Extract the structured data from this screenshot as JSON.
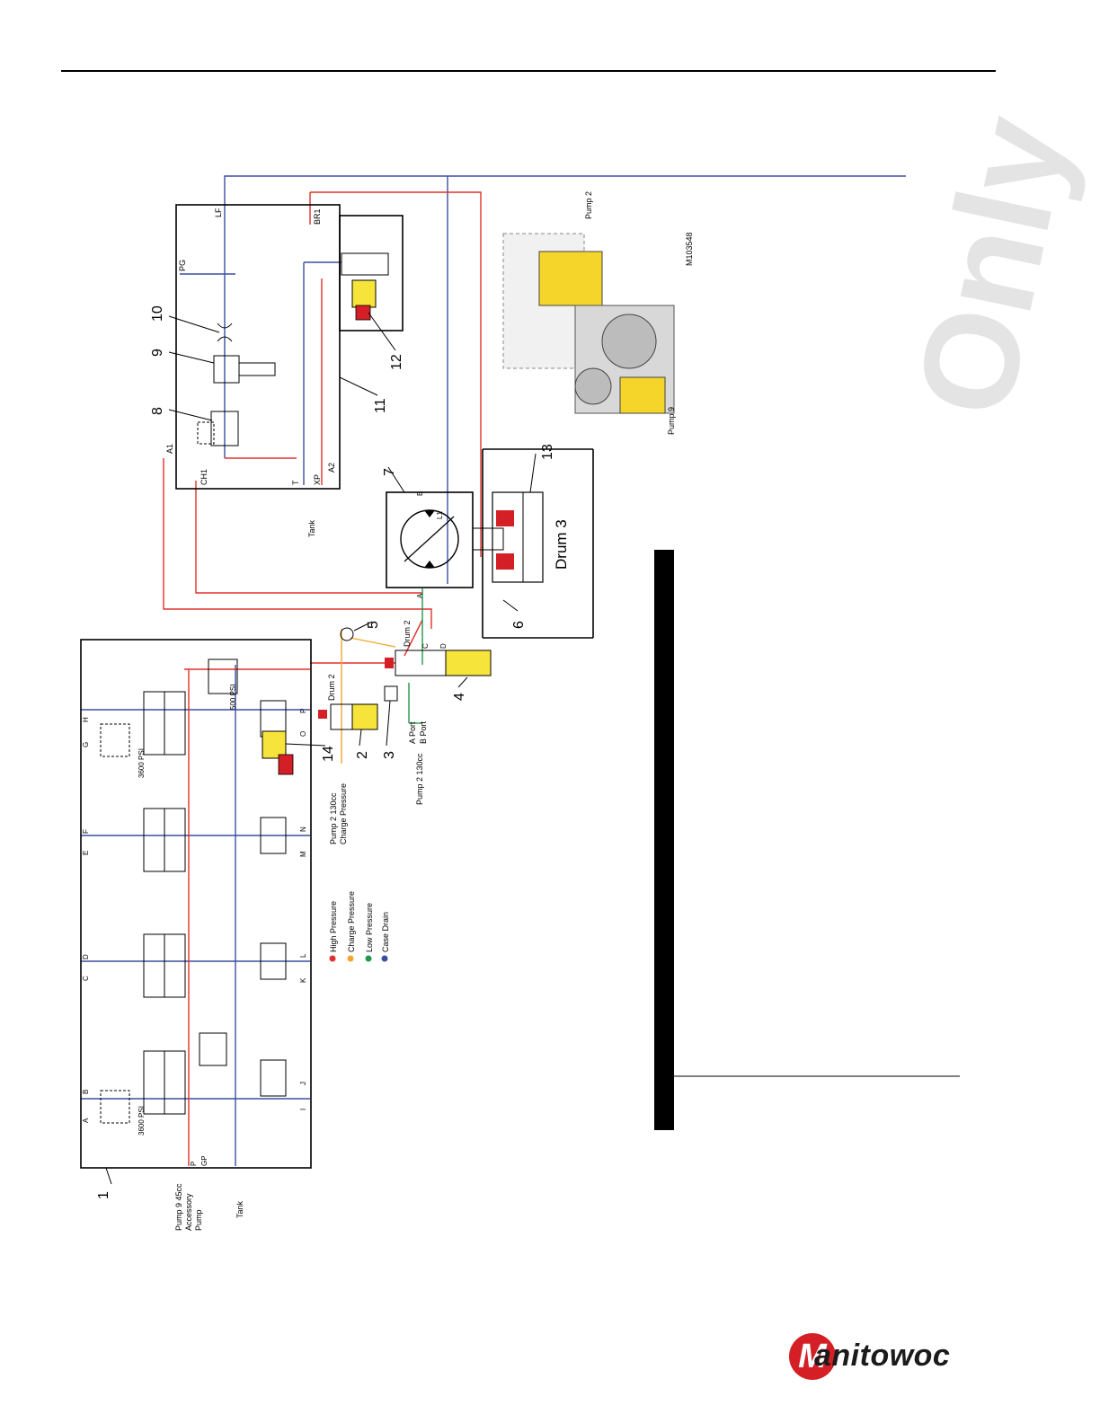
{
  "figure_id": "M103548",
  "watermark": "Only",
  "logo": {
    "text": "anitowoc",
    "initial": "M"
  },
  "components": {
    "c1": "1",
    "c2": "2",
    "c3": "3",
    "c4": "4",
    "c5": "5",
    "c6": "6",
    "c7": "7",
    "c8": "8",
    "c9": "9",
    "c10": "10",
    "c11": "11",
    "c12": "12",
    "c13": "13",
    "c14": "14"
  },
  "ports": {
    "A1": "A1",
    "CH1": "CH1",
    "T": "T",
    "XP": "XP",
    "A2": "A2",
    "PG": "PG",
    "LF": "LF",
    "BR1": "BR1",
    "A": "A",
    "B": "B",
    "L1": "L1",
    "C": "C",
    "D": "D",
    "P": "P",
    "GP": "GP",
    "sA": "A",
    "sB": "B",
    "sC": "C",
    "sD": "D",
    "sE": "E",
    "sF": "F",
    "sG": "G",
    "sH": "H",
    "sI": "I",
    "sJ": "J",
    "sK": "K",
    "sL": "L",
    "sM": "M",
    "sN": "N",
    "sO": "O",
    "sP": "P"
  },
  "labels": {
    "tank": "Tank",
    "drum3": "Drum 3",
    "drum2": "Drum 2",
    "pump2": "Pump 2",
    "pump9": "Pump 9",
    "pump9_45cc": "Pump 9 45cc",
    "accessory": "Accessory",
    "pump_word": "Pump",
    "pump2_130cc": "Pump 2 130cc",
    "charge_pressure": "Charge Pressure",
    "a_port": "A Port",
    "b_port": "B Port",
    "psi3600": "3600 PSI",
    "psi500": "500 PSI"
  },
  "legend": [
    {
      "label": "High Pressure",
      "color": "#e0302b"
    },
    {
      "label": "Charge Pressure",
      "color": "#f2a72a"
    },
    {
      "label": "Low Pressure",
      "color": "#1f9a4a"
    },
    {
      "label": "Case Drain",
      "color": "#3b4fa0"
    }
  ]
}
